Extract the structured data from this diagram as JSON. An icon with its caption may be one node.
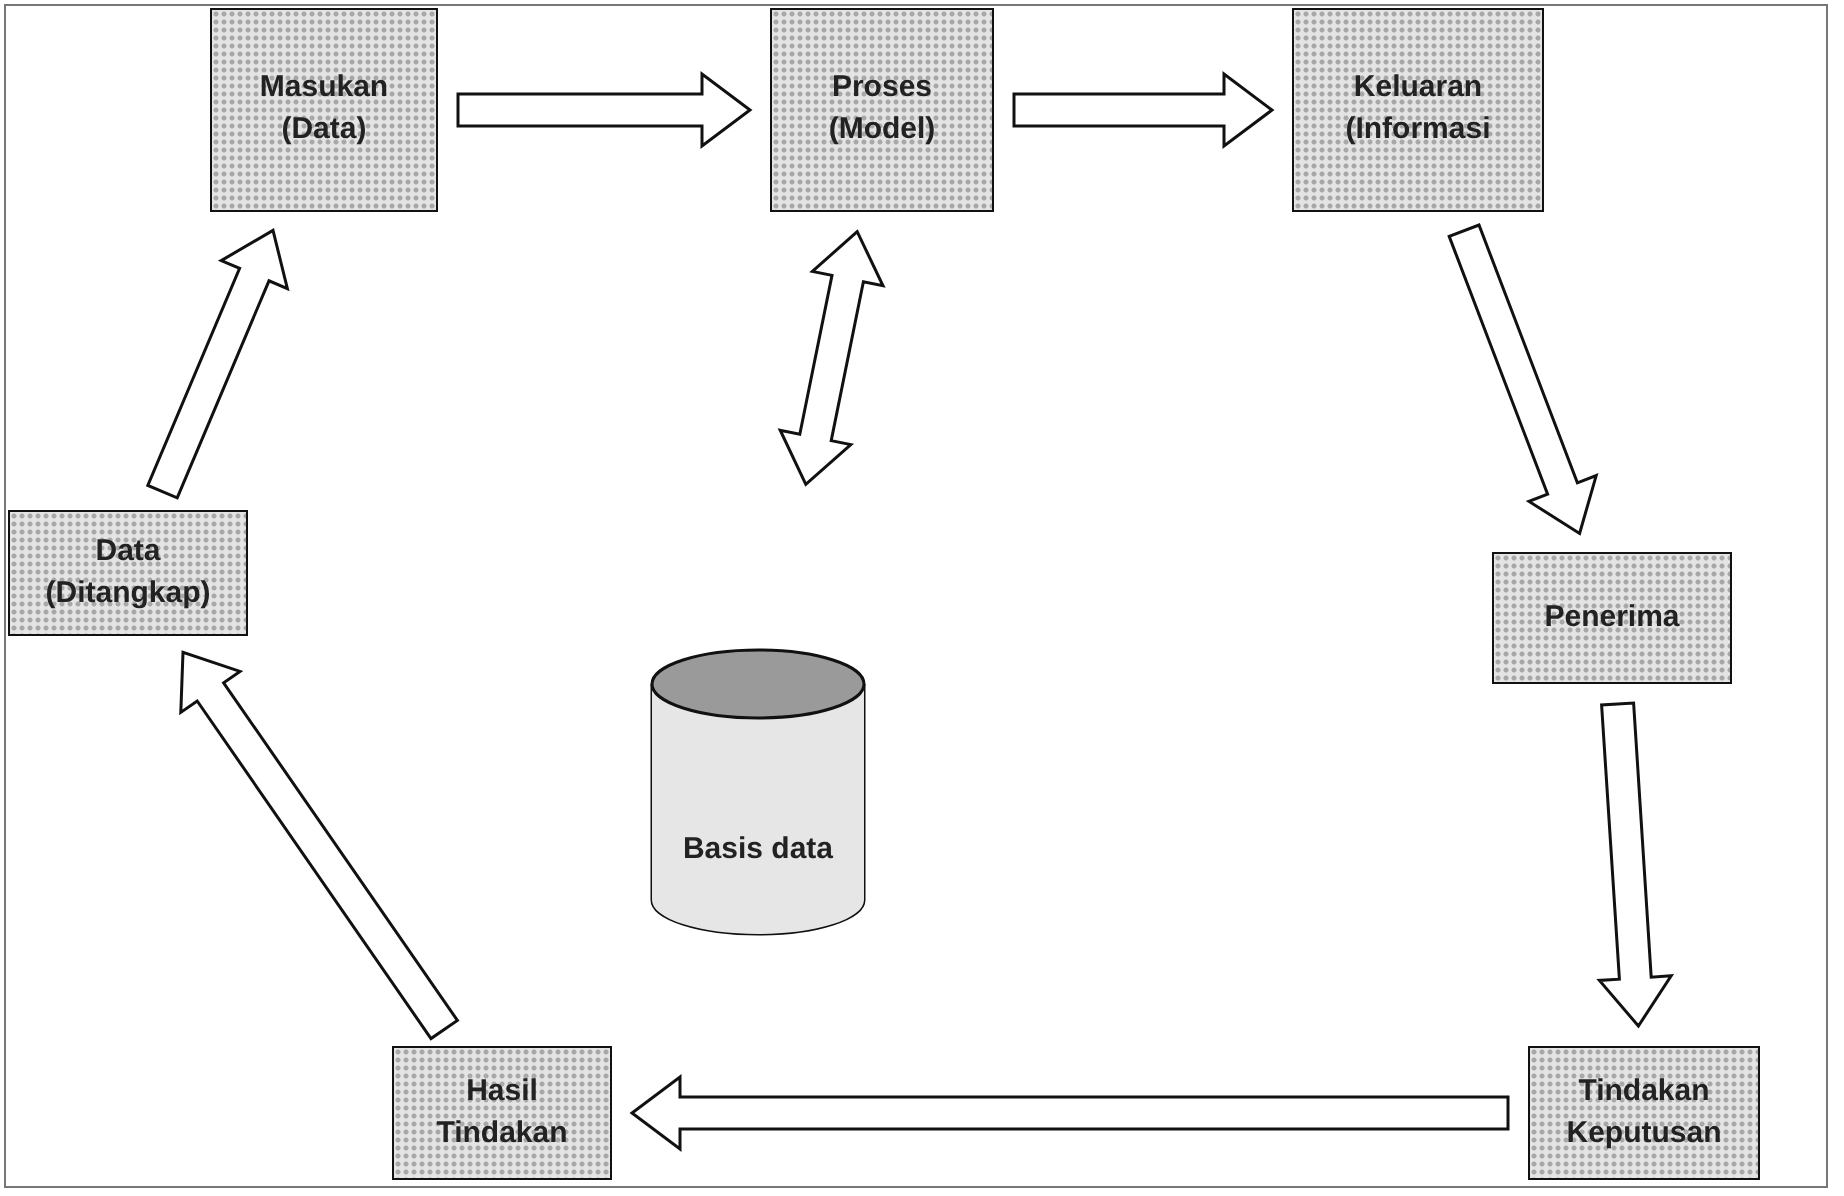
{
  "diagram": {
    "nodes": [
      {
        "text": [
          "Masukan (Data)"
        ]
      },
      {
        "text": [
          "Proses (Model)"
        ]
      },
      {
        "text": [
          "Keluaran (Informasi"
        ]
      },
      {
        "text": [
          "Penerima"
        ]
      },
      {
        "text": [
          "Tindakan Keputusan"
        ]
      },
      {
        "text": [
          "Hasil Tindakan"
        ]
      },
      {
        "text": [
          "Data (Ditangkap)"
        ]
      },
      {
        "text": [
          "Basis data"
        ]
      }
    ],
    "edges": [
      {
        "from": 0,
        "to": 1,
        "arrow": "to"
      },
      {
        "from": 1,
        "to": 2,
        "arrow": "to"
      },
      {
        "from": 2,
        "to": 3,
        "arrow": "to"
      },
      {
        "from": 3,
        "to": 4,
        "arrow": "to"
      },
      {
        "from": 4,
        "to": 5,
        "arrow": "to"
      },
      {
        "from": 5,
        "to": 6,
        "arrow": "to"
      },
      {
        "from": 6,
        "to": 0,
        "arrow": "to"
      },
      {
        "from": 1,
        "to": 7,
        "arrow": "both"
      }
    ]
  }
}
